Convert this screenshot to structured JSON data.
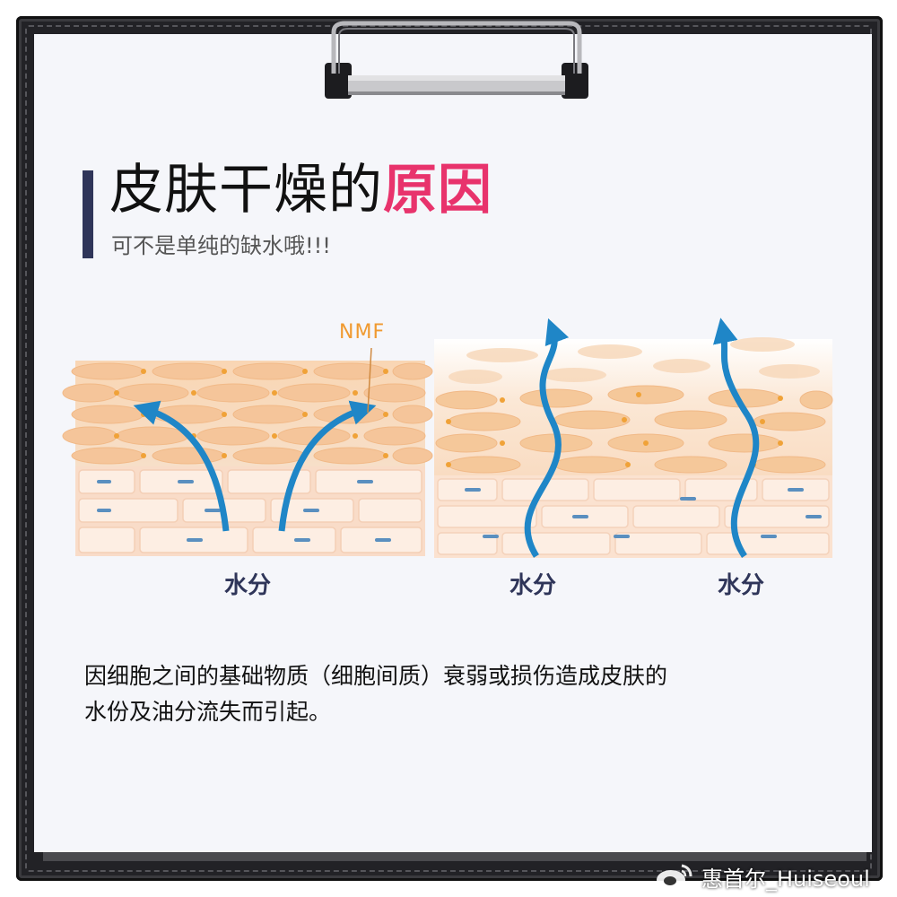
{
  "title": {
    "main": "皮肤干燥的",
    "accent": "原因"
  },
  "subtitle": "可不是单纯的缺水哦!!!",
  "diagram": {
    "nmf_label": "NMF",
    "healthy_water_label": "水分",
    "damaged_water_label_1": "水分",
    "damaged_water_label_2": "水分"
  },
  "description": {
    "line1": "因细胞之间的基础物质（细胞间质）衰弱或损伤造成皮肤的",
    "line2": "水份及油分流失而引起。"
  },
  "watermark": {
    "text": "惠首尔_Huiseoul"
  },
  "colors": {
    "title_accent": "#e8336c",
    "nmf": "#f09a30",
    "arrow": "#1f86c7",
    "cell": "#f5c89a",
    "label": "#2f3559"
  }
}
